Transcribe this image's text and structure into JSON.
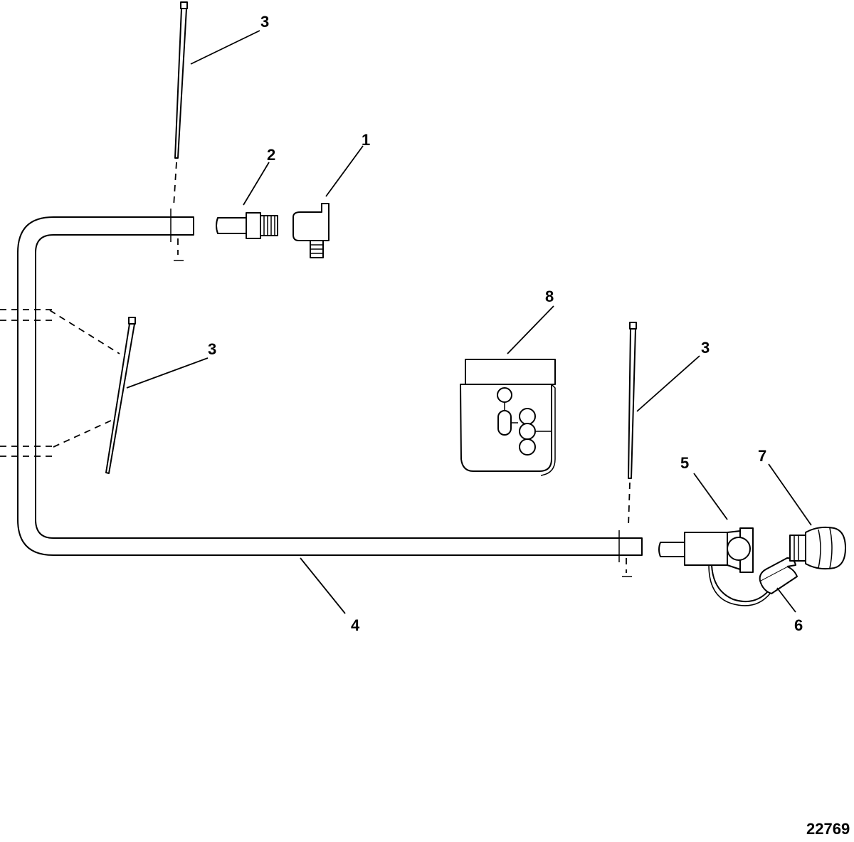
{
  "diagram": {
    "figure_number": "22769",
    "callouts": [
      {
        "id": "callout-1",
        "label": "1"
      },
      {
        "id": "callout-2",
        "label": "2"
      },
      {
        "id": "callout-3-top",
        "label": "3"
      },
      {
        "id": "callout-3-left",
        "label": "3"
      },
      {
        "id": "callout-3-right",
        "label": "3"
      },
      {
        "id": "callout-4",
        "label": "4"
      },
      {
        "id": "callout-5",
        "label": "5"
      },
      {
        "id": "callout-6",
        "label": "6"
      },
      {
        "id": "callout-7",
        "label": "7"
      },
      {
        "id": "callout-8",
        "label": "8"
      }
    ]
  }
}
